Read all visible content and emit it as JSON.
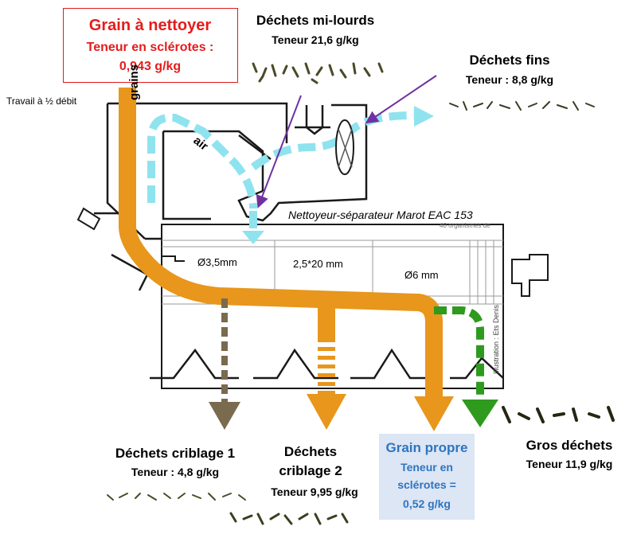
{
  "input": {
    "title": "Grain à nettoyer",
    "line1": "Teneur en sclérotes :",
    "line2": "0,943 g/kg"
  },
  "mode_label": "Travail à ½ débit",
  "labels": {
    "grains": "grains",
    "air": "air",
    "machine": "Nettoyeur-séparateur Marot EAC 153",
    "faint_text": "40 organismes de",
    "illustration": "Illustration : Ets Denis"
  },
  "sieves": [
    {
      "label": "Ø3,5mm"
    },
    {
      "label": "2,5*20 mm"
    },
    {
      "label": "Ø6 mm"
    }
  ],
  "outputs": {
    "mid_heavy": {
      "title": "Déchets mi-lourds",
      "value": "Teneur 21,6 g/kg"
    },
    "fine": {
      "title": "Déchets fins",
      "value": "Teneur : 8,8 g/kg"
    },
    "screening1": {
      "title": "Déchets criblage 1",
      "value": "Teneur : 4,8 g/kg"
    },
    "screening2": {
      "title_line1": "Déchets",
      "title_line2": "criblage 2",
      "value": "Teneur 9,95 g/kg"
    },
    "clean": {
      "title": "Grain propre",
      "line1": "Teneur en",
      "line2": "sclérotes =",
      "line3": "0,52 g/kg"
    },
    "coarse": {
      "title": "Gros déchets",
      "value": "Teneur 11,9 g/kg"
    }
  },
  "colors": {
    "grain_flow": "#e8961c",
    "air_flow": "#8fe3ef",
    "coarse_flow": "#2e9a1e",
    "screening1_flow": "#7a6a4e",
    "annotation_arrow": "#7030a0",
    "input_text": "#e51c1c",
    "clean_text": "#2e74c0",
    "clean_box": "#dce6f4"
  }
}
